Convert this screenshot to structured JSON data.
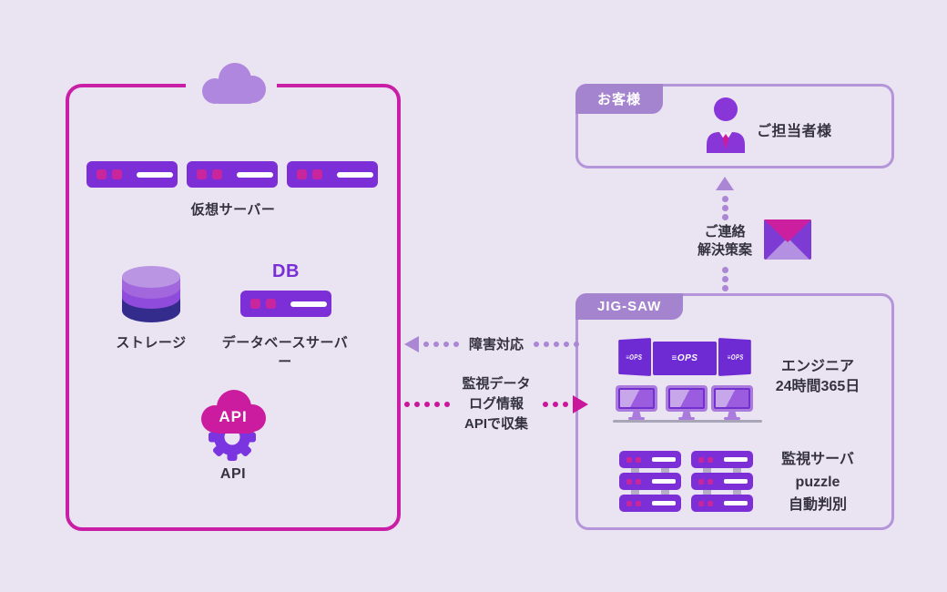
{
  "colors": {
    "background": "#eae4f2",
    "pink_border": "#c81fa6",
    "server_purple": "#7c2fd6",
    "magenta_accent": "#c9269e",
    "cloud_purple": "#af87de",
    "box_border": "#b495d9",
    "tab_background": "#a584cf",
    "light_arrow": "#ab86d4",
    "magenta_arrow": "#c9169b",
    "db_text": "#7a2fd6",
    "dark_text": "#35323f"
  },
  "cloud_box": {
    "virtual_server_label": "仮想サーバー",
    "storage_label": "ストレージ",
    "db_badge": "DB",
    "database_server_label": "データベースサーバー",
    "api_icon_text": "API",
    "api_label": "API"
  },
  "customer_box": {
    "tab_label": "お客様",
    "person_label": "ご担当者様"
  },
  "jigsaw_box": {
    "tab_label": "JIG-SAW",
    "monitor_logo": "≡OPS",
    "engineer_line1": "エンジニア",
    "engineer_line2": "24時間365日",
    "monitoring_line1": "監視サーバ",
    "monitoring_line2": "puzzle",
    "monitoring_line3": "自動判別"
  },
  "arrows": {
    "incident_label": "障害対応",
    "collect_line1": "監視データ",
    "collect_line2": "ログ情報",
    "collect_line3": "APIで収集",
    "contact_line1": "ご連絡",
    "contact_line2": "解決策案"
  }
}
